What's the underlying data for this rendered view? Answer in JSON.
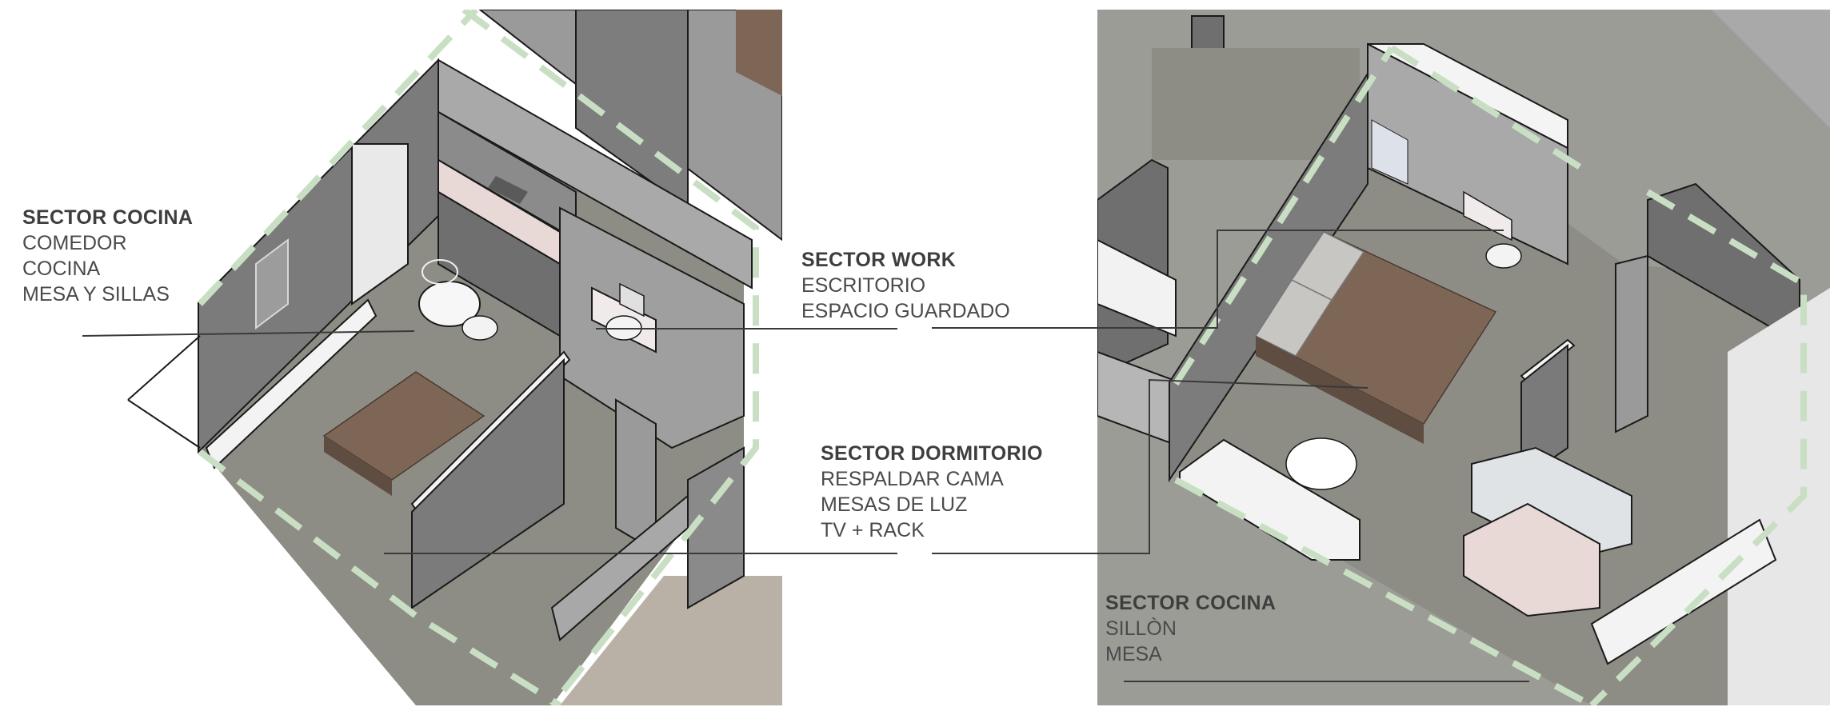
{
  "labels": {
    "left_cocina": {
      "title": "SECTOR COCINA",
      "items": [
        "COMEDOR",
        "COCINA",
        "MESA Y SILLAS"
      ]
    },
    "work": {
      "title": "SECTOR WORK",
      "items": [
        "ESCRITORIO",
        "ESPACIO GUARDADO"
      ]
    },
    "dormitorio": {
      "title": "SECTOR DORMITORIO",
      "items": [
        "RESPALDAR CAMA",
        "MESAS DE LUZ",
        "TV + RACK"
      ]
    },
    "right_cocina": {
      "title": "SECTOR COCINA",
      "items": [
        "SILLÒN",
        "MESA"
      ]
    }
  },
  "colors": {
    "floor": "#8d8d86",
    "wall_dark": "#6f6f6f",
    "wall_light": "#a5a5a5",
    "outline": "#1a1a1a",
    "dashed_boundary": "#c9dfc3",
    "bed": "#7e6656",
    "pillow": "#c8c6c2",
    "furniture_white": "#f4f4f4",
    "exterior_floor": "#b9b1a6"
  }
}
